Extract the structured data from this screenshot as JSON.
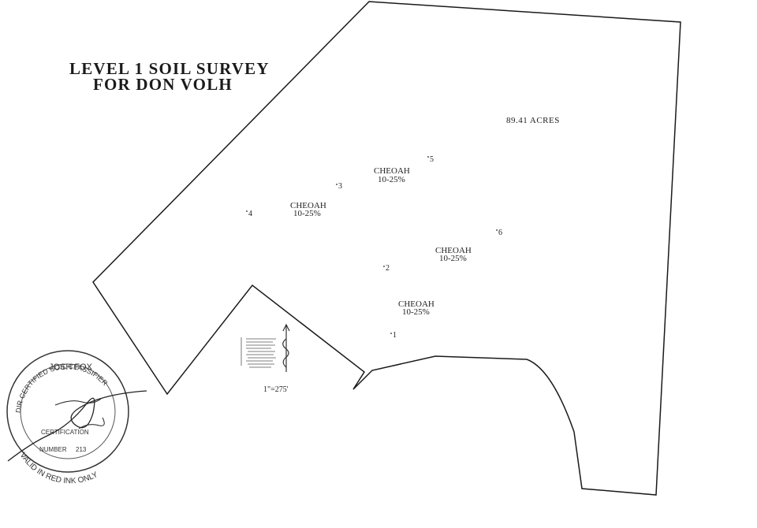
{
  "title": {
    "line1": "LEVEL 1 SOIL SURVEY",
    "line2": "FOR DON VOLH"
  },
  "parcel": {
    "acreage_label": "89.41 ACRES"
  },
  "soil_units": [
    {
      "name": "CHEOAH",
      "slope": "10-25%"
    },
    {
      "name": "CHEOAH",
      "slope": "10-25%"
    },
    {
      "name": "CHEOAH",
      "slope": "10-25%"
    },
    {
      "name": "CHEOAH",
      "slope": "10-25%"
    }
  ],
  "sample_points": [
    "1",
    "2",
    "3",
    "4",
    "5",
    "6"
  ],
  "scale": {
    "label": "1\"=275'"
  },
  "seal": {
    "name": "JOSH FOX",
    "arc_text": "DIR CERTIFIED SOIL CLASSIFIER",
    "certification_label": "CERTIFICATION",
    "number_label": "NUMBER",
    "number_value": "213",
    "bottom_text": "VALID IN RED INK ONLY"
  },
  "colors": {
    "ink": "#1a1a1a",
    "background": "#ffffff"
  }
}
